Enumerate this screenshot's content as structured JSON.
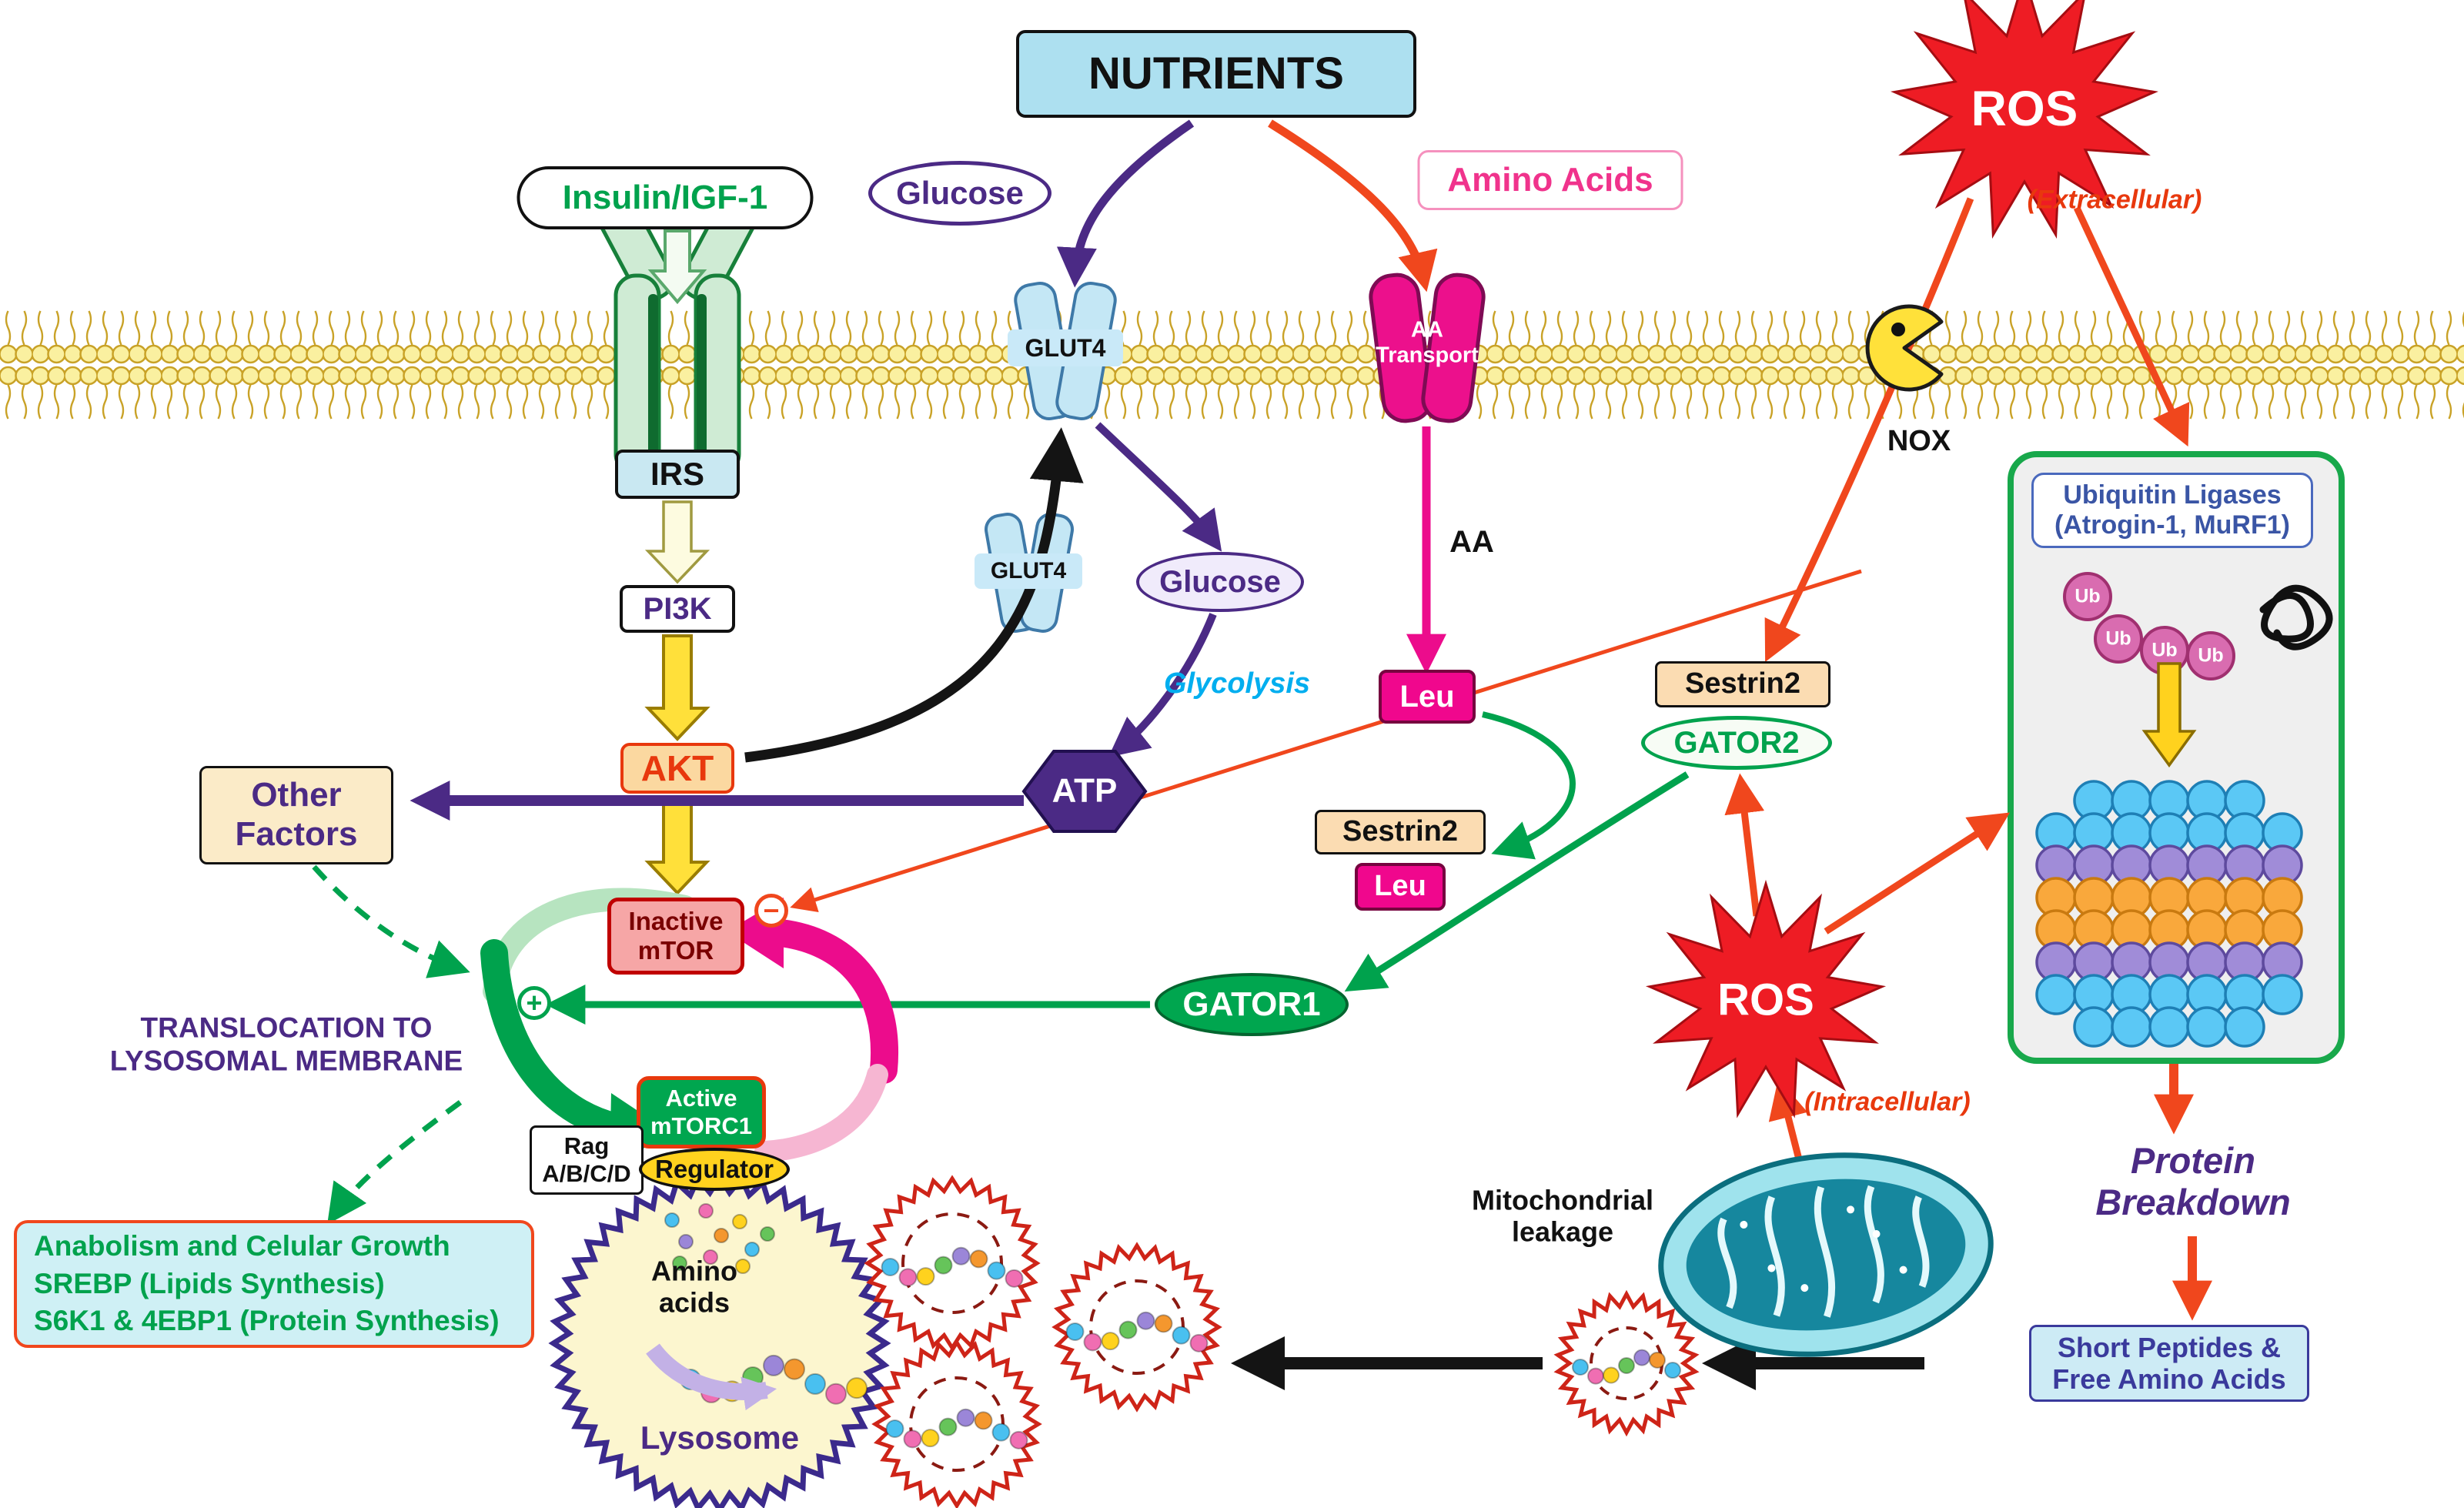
{
  "labels": {
    "nutrients": "NUTRIENTS",
    "insulin_igf1": "Insulin/IGF-1",
    "glucose_extracellular": "Glucose",
    "amino_acids": "Amino Acids",
    "ros_extracellular": "ROS",
    "extracellular_note": "(Extracellular)",
    "glut4_membrane": "GLUT4",
    "aa_transporter": "AA\nTransport",
    "nox": "NOX",
    "irs": "IRS",
    "pi3k": "PI3K",
    "akt": "AKT",
    "glut4_cytosol": "GLUT4",
    "glucose_cytosol": "Glucose",
    "glycolysis": "Glycolysis",
    "atp": "ATP",
    "aa": "AA",
    "leu_transport": "Leu",
    "sestrin2_free": "Sestrin2",
    "gator2": "GATOR2",
    "other_factors": "Other\nFactors",
    "sestrin2_bound": "Sestrin2",
    "leu_bound": "Leu",
    "inactive_mtor": "Inactive\nmTOR",
    "minus_sign": "−",
    "plus_sign": "+",
    "gator1": "GATOR1",
    "translocation": "TRANSLOCATION TO\nLYSOSOMAL MEMBRANE",
    "active_mtorc1": "Active\nmTORC1",
    "rag": "Rag\nA/B/C/D",
    "regulator": "Regulator",
    "anabolism": "Anabolism and Celular Growth\nSREBP (Lipids Synthesis)\nS6K1 & 4EBP1 (Protein Synthesis)",
    "amino_acids_lysosome": "Amino\nacids",
    "lysosome": "Lysosome",
    "ubiquitin_ligases": "Ubiquitin Ligases\n(Atrogin-1, MuRF1)",
    "ub": "Ub",
    "ros_intracellular": "ROS",
    "intracellular_note": "(Intracellular)",
    "mitochondrial_leakage": "Mitochondrial\nleakage",
    "protein_breakdown": "Protein\nBreakdown",
    "short_peptides": "Short Peptides &\nFree Amino Acids"
  },
  "colors": {
    "membrane_yellow": "#FAF0A0",
    "purple": "#4B2A85",
    "green": "#00A24D",
    "orange_red": "#F0471D",
    "magenta": "#EC0C8C",
    "red_starburst": "#EE1C24",
    "light_blue": "#ADE0F0",
    "tan": "#FBDCB2",
    "yellow": "#FFD21E",
    "cyan_text": "#00AEEF"
  }
}
